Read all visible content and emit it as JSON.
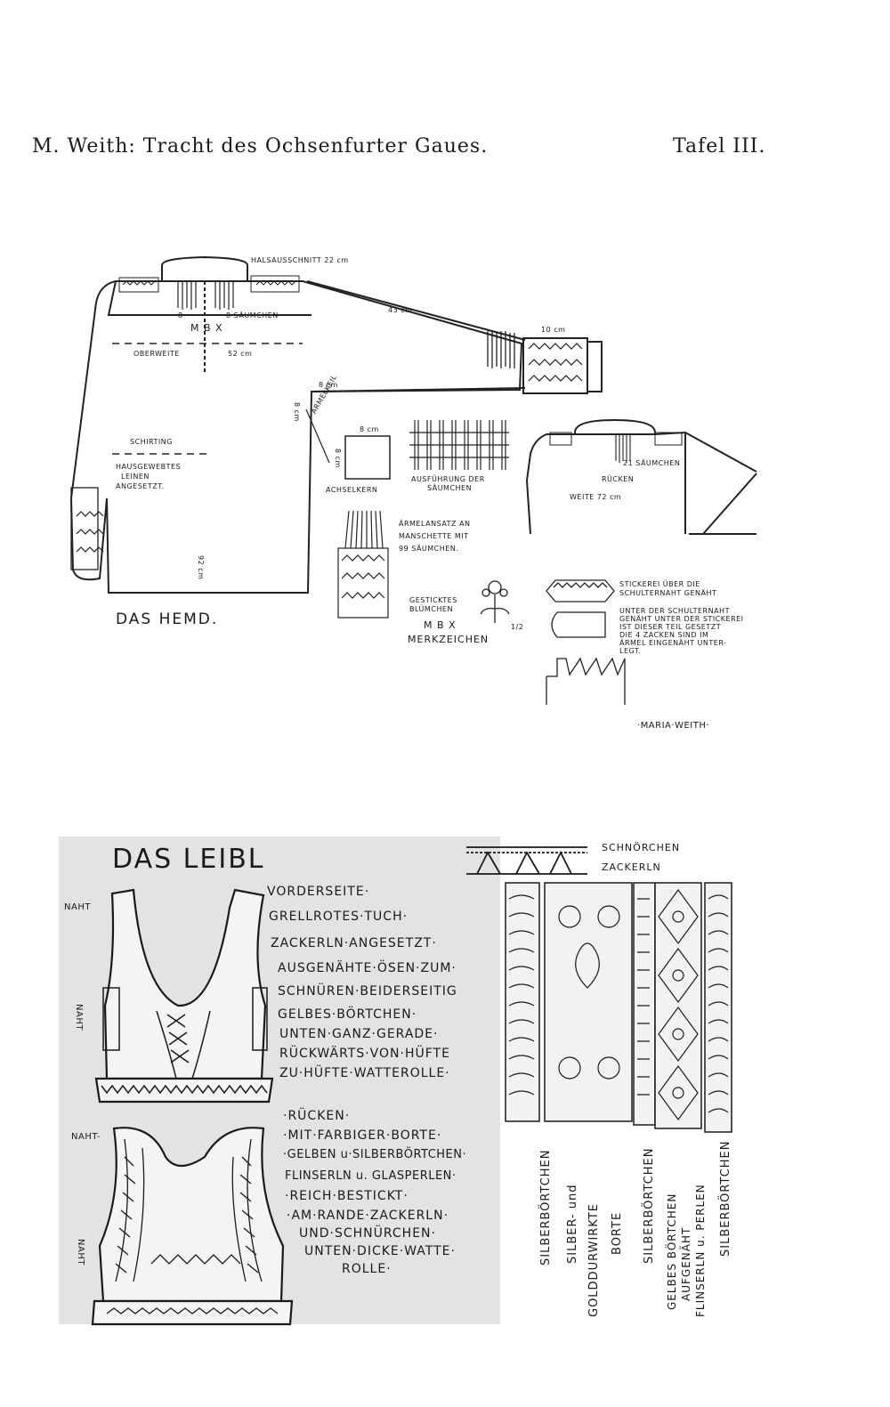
{
  "header": {
    "left": "M. Weith: Tracht des Ochsenfurter Gaues.",
    "right": "Tafel III."
  },
  "hemd": {
    "title": "DAS HEMD.",
    "halsausschnitt": "HALSAUSSCHNITT 22 cm",
    "saeumchen": "8 SÄUMCHEN",
    "eight": "8",
    "monogram_top": "M B X",
    "oberweite": "OBERWEITE",
    "oberweite_value": "52 cm",
    "sleeve_length": "43 cm",
    "cuff_width": "10 cm",
    "armpit": "8 cm",
    "side_8": "8 cm",
    "schirting": "SCHIRTING",
    "hausgewebtes": [
      "HAUSGEWEBTES",
      "LEINEN",
      "ANGESETZT."
    ],
    "length": "92 cm",
    "armelkeil": "ARMELKEIL",
    "achsel_top": "8 cm",
    "achsel_side": "8 cm",
    "achselkern": "ACHSELKERN",
    "ausfuehrung": [
      "AUSFÜHRUNG DER",
      "SÄUMCHEN"
    ],
    "aermelansatz": [
      "ÄRMELANSATZ AN",
      "MANSCHETTE MIT",
      "99 SÄUMCHEN."
    ],
    "gesticktes": [
      "GESTICKTES",
      "BLÜMCHEN"
    ],
    "merk_letters": "M B X",
    "merkzeichen": "MERKZEICHEN",
    "tiny_mark": "1/2",
    "back_saeumchen": "21 SÄUMCHEN",
    "ruecken": "RÜCKEN",
    "weite": "WEITE 72 cm",
    "stickerei": [
      "STICKEREI ÜBER DIE",
      "SCHULTERNAHT GENÄHT"
    ],
    "unter": [
      "UNTER DER SCHULTERNAHT",
      "GENÄHT UNTER DER STICKEREI",
      "IST DIESER TEIL GESETZT",
      "DIE 4 ZACKEN SIND IM",
      "ÄRMEL EINGENÄHT UNTER-",
      "LEGT."
    ],
    "signature": "·MARIA·WEITH·"
  },
  "leibl": {
    "title": "DAS LEIBL",
    "naht": "NAHT",
    "naht_dash": "NAHT-",
    "front_lines": [
      "VORDERSEITE·",
      "GRELLROTES·TUCH·",
      "ZACKERLN·ANGESETZT·",
      "AUSGENÄHTE·ÖSEN·ZUM·",
      "SCHNÜREN·BEIDERSEITIG",
      "GELBES·BÖRTCHEN·",
      "UNTEN·GANZ·GERADE·",
      "RÜCKWÄRTS·VON·HÜFTE",
      "ZU·HÜFTE·WATTEROLLE·"
    ],
    "back_lines": [
      "·RÜCKEN·",
      "·MIT·FARBIGER·BORTE·",
      "·GELBEN u·SILBERBÖRTCHEN·",
      "FLINSERLN u. GLASPERLEN·",
      "·REICH·BESTICKT·",
      "·AM·RANDE·ZACKERLN·",
      "UND·SCHNÜRCHEN·",
      "UNTEN·DICKE·WATTE·",
      "ROLLE·"
    ],
    "schnoerchen": "SCHNÖRCHEN",
    "zackerln": "ZACKERLN",
    "strip_labels": [
      "SILBERBÖRTCHEN",
      "SILBER- und",
      "GOLDDURWIRKTE",
      "BORTE",
      "SILBERBÖRTCHEN",
      "GELBES BÖRTCHEN",
      "AUFGENÄHT",
      "FLINSERLN u. PERLEN",
      "SILBERBÖRTCHEN"
    ]
  }
}
